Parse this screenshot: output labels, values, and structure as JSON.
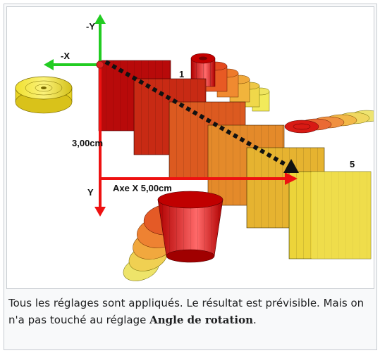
{
  "figure": {
    "labels": {
      "minus_y": "-Y",
      "minus_x": "-X",
      "y": "Y",
      "axe_x": "Axe X 5,00cm",
      "y_offset": "3,00cm",
      "first": "1",
      "last": "5"
    },
    "colors": {
      "y_axis": "#22cc22",
      "x_axis": "#22cc22",
      "red_axis": "#ee1111",
      "dotted_arrow": "#111111",
      "gradient_start": "#cc0000",
      "gradient_end": "#f5f04a"
    }
  },
  "caption": {
    "text_plain": "Tous les réglages sont appliqués. Le résultat est prévisible. Mais on n'a pas touché au réglage ",
    "bold": "Angle de rotation",
    "end": "."
  }
}
